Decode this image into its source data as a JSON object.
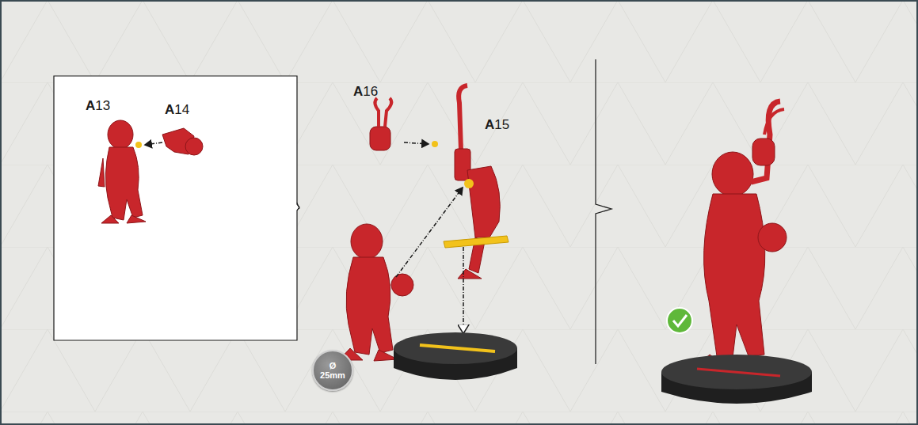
{
  "diagram": {
    "nodes": [
      {
        "text": [
          "Ø 25mm"
        ]
      }
    ],
    "labels": [
      "A13",
      "A14",
      "A16",
      "A15"
    ]
  }
}
